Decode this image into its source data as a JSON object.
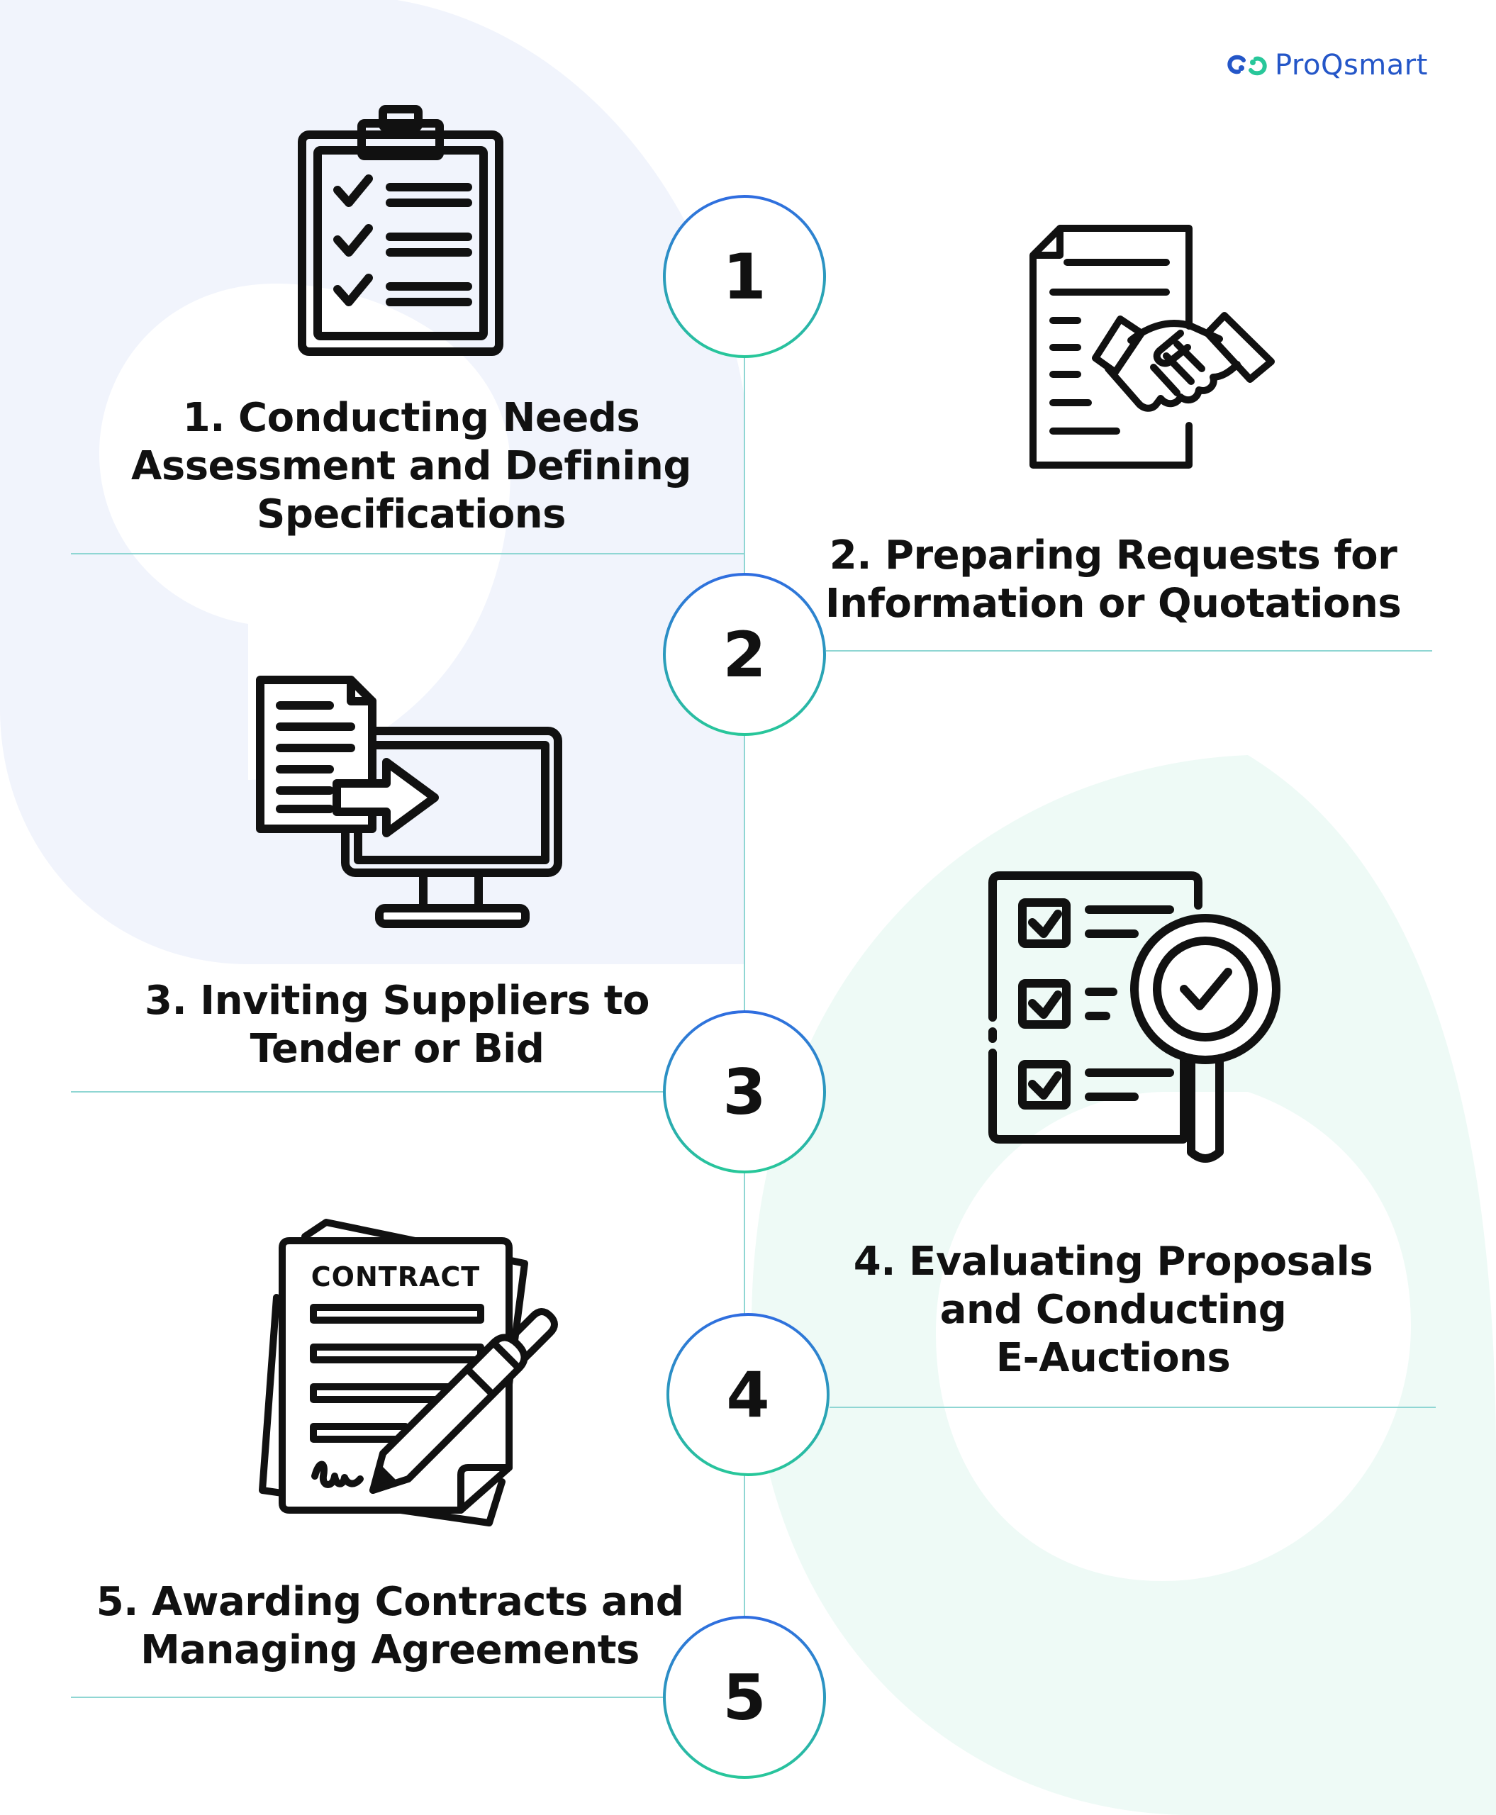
{
  "brand": {
    "name": "ProQsmart",
    "logo_icon": "link-logo-icon",
    "accent_color": "#2456c8"
  },
  "colors": {
    "circle_gradient_top": "#2f6de0",
    "circle_gradient_bottom": "#28c79a",
    "divider": "#8fd6d3",
    "bg_shape_blue": "#f1f4fc",
    "bg_shape_green": "#eefaf6"
  },
  "steps": [
    {
      "number": "1",
      "icon": "clipboard-checklist-icon",
      "lines": [
        "1. Conducting Needs",
        "Assessment and Defining",
        "Specifications"
      ]
    },
    {
      "number": "2",
      "icon": "document-handshake-icon",
      "lines": [
        "2. Preparing Requests for",
        "Information or Quotations"
      ]
    },
    {
      "number": "3",
      "icon": "document-to-monitor-icon",
      "lines": [
        "3. Inviting Suppliers to",
        "Tender or Bid"
      ]
    },
    {
      "number": "4",
      "icon": "checklist-magnifier-icon",
      "lines": [
        "4. Evaluating Proposals",
        "and Conducting",
        "E-Auctions"
      ]
    },
    {
      "number": "5",
      "icon": "contract-pen-icon",
      "lines": [
        "5. Awarding Contracts and",
        "Managing Agreements"
      ]
    }
  ],
  "contract_icon_label": "CONTRACT"
}
